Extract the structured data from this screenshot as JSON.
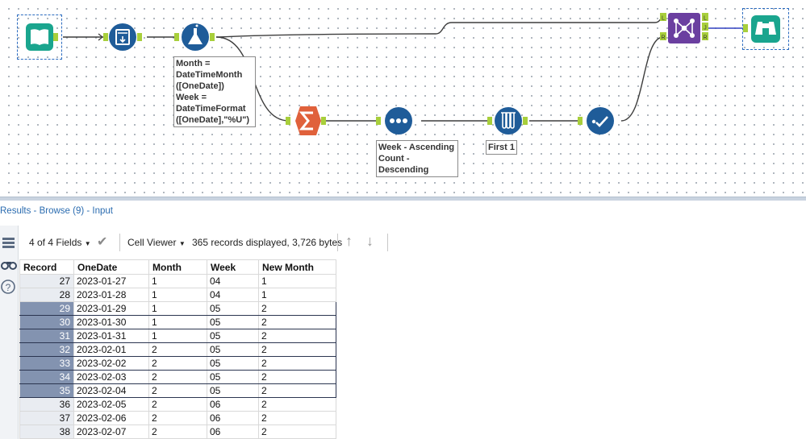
{
  "annotations": {
    "formula": [
      "Month =",
      "DateTimeMonth",
      "([OneDate])",
      "Week =",
      "DateTimeFormat",
      "([OneDate],\"%U\")"
    ],
    "sort": [
      "Week - Ascending",
      "Count -",
      "Descending"
    ],
    "sample": "First 1"
  },
  "join_anchors": {
    "left": "L",
    "right": "R",
    "out_left": "L",
    "out_join": "J",
    "out_right": "R"
  },
  "results": {
    "prefix": "Results",
    "dash": " - ",
    "title": "Browse (9) - Input"
  },
  "toolbar": {
    "fields": "4 of 4 Fields",
    "viewer": "Cell Viewer",
    "summary": "365 records displayed, 3,726 bytes"
  },
  "table": {
    "columns": [
      "Record",
      "OneDate",
      "Month",
      "Week",
      "New Month"
    ],
    "rows": [
      [
        "27",
        "2023-01-27",
        "1",
        "04",
        "1"
      ],
      [
        "28",
        "2023-01-28",
        "1",
        "04",
        "1"
      ],
      [
        "29",
        "2023-01-29",
        "1",
        "05",
        "2"
      ],
      [
        "30",
        "2023-01-30",
        "1",
        "05",
        "2"
      ],
      [
        "31",
        "2023-01-31",
        "1",
        "05",
        "2"
      ],
      [
        "32",
        "2023-02-01",
        "2",
        "05",
        "2"
      ],
      [
        "33",
        "2023-02-02",
        "2",
        "05",
        "2"
      ],
      [
        "34",
        "2023-02-03",
        "2",
        "05",
        "2"
      ],
      [
        "35",
        "2023-02-04",
        "2",
        "05",
        "2"
      ],
      [
        "36",
        "2023-02-05",
        "2",
        "06",
        "2"
      ],
      [
        "37",
        "2023-02-06",
        "2",
        "06",
        "2"
      ],
      [
        "38",
        "2023-02-07",
        "2",
        "06",
        "2"
      ]
    ],
    "selected_rows": [
      2,
      3,
      4,
      5,
      6,
      7,
      8
    ]
  },
  "colors": {
    "input_tool": "#1aa58e",
    "blue_tool": "#1f5c99",
    "summarize_tool": "#e0613b",
    "join_tool": "#6b3fa0",
    "link": "#3d3d3d"
  }
}
